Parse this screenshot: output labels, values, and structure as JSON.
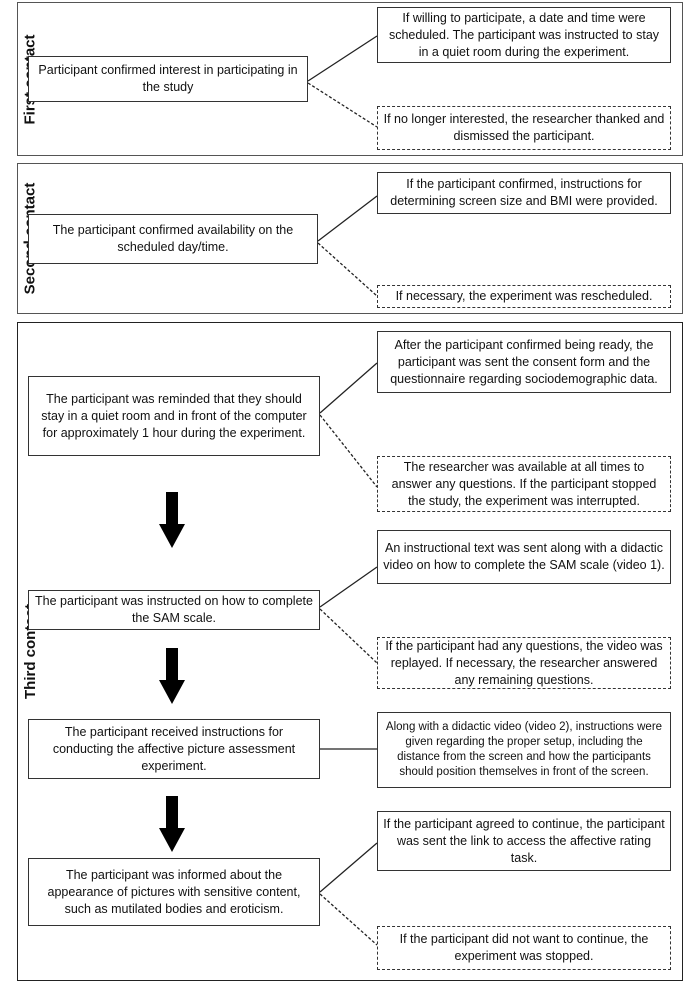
{
  "sections": {
    "first": {
      "label": "First contact",
      "main": "Participant confirmed interest in participating in the study",
      "yes": "If willing to participate, a date and time were scheduled. The participant was instructed to stay in a quiet room during the experiment.",
      "no": "If no longer interested, the researcher thanked and dismissed the participant."
    },
    "second": {
      "label": "Second contact",
      "main": "The participant confirmed availability on the scheduled day/time.",
      "yes": "If the participant confirmed, instructions for determining screen size and BMI were provided.",
      "no": "If necessary, the experiment was rescheduled."
    },
    "third": {
      "label": "Third contact",
      "step1": {
        "main": "The participant was reminded that they should stay in a quiet room and in front of the computer for approximately 1 hour during the experiment.",
        "yes": "After the participant confirmed being ready, the participant was sent the consent form and the questionnaire regarding sociodemographic data.",
        "no": "The researcher was available at all times to answer any questions. If the participant stopped the study, the experiment was interrupted."
      },
      "step2": {
        "main": "The participant was instructed on how to complete the SAM scale.",
        "yes": "An instructional text was sent along with a didactic video on how to complete the SAM scale (video 1).",
        "no": "If the participant had any questions, the video was replayed. If necessary, the researcher answered any remaining questions."
      },
      "step3": {
        "main": "The participant received instructions for conducting the affective picture assessment experiment.",
        "side": "Along with a didactic video (video 2), instructions were given regarding the proper setup, including the distance from the screen and how the participants should position themselves in front of the screen."
      },
      "step4": {
        "main": "The participant was informed about the appearance of pictures with sensitive content, such as mutilated bodies and eroticism.",
        "yes": "If the participant agreed to continue, the participant was sent the link to access the affective rating task.",
        "no": "If the participant did not want to continue, the experiment was stopped."
      }
    }
  }
}
